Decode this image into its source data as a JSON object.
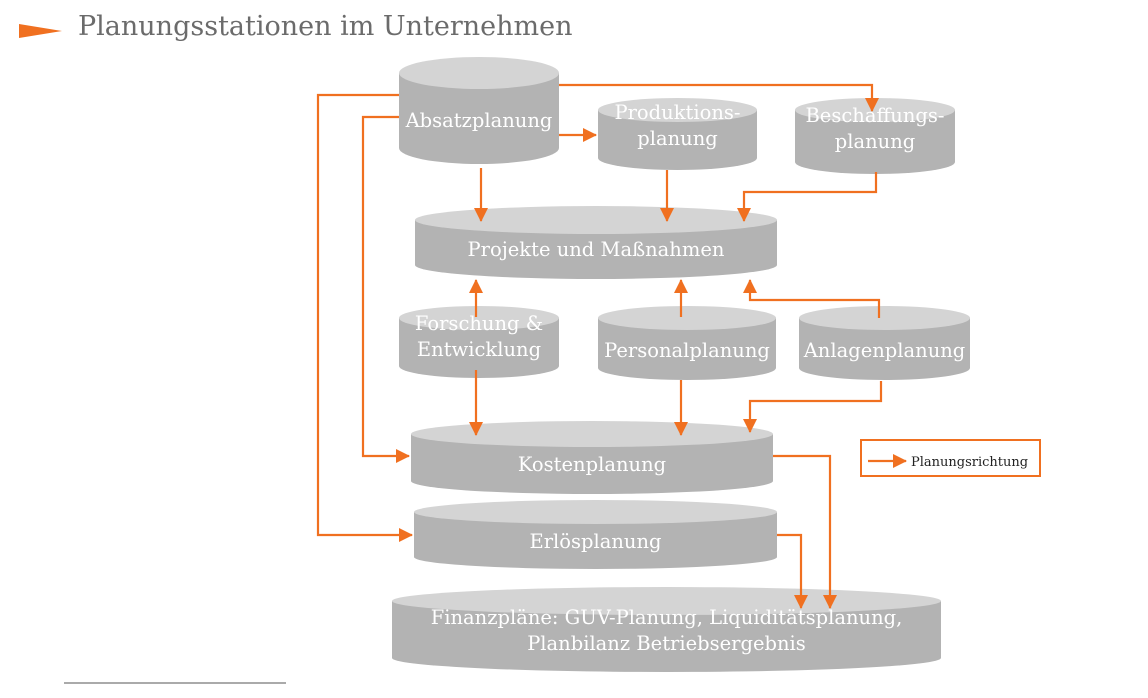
{
  "title": "Planungsstationen im Unternehmen",
  "colors": {
    "accent": "#f07020",
    "cylinder": "#b3b3b3",
    "cylinder_top": "#d4d4d4",
    "title": "#6b6b6b"
  },
  "nodes": {
    "absatz": [
      "Absatzplanung"
    ],
    "produktion": [
      "Produktions-",
      "planung"
    ],
    "beschaffung": [
      "Beschaffungs-",
      "planung"
    ],
    "projekte": [
      "Projekte und Maßnahmen"
    ],
    "forschung": [
      "Forschung &",
      "Entwicklung"
    ],
    "personal": [
      "Personalplanung"
    ],
    "anlagen": [
      "Anlagenplanung"
    ],
    "kosten": [
      "Kostenplanung"
    ],
    "erloes": [
      "Erlösplanung"
    ],
    "finanz": [
      "Finanzpläne: GUV-Planung, Liquiditätsplanung,",
      "Planbilanz Betriebsergebnis"
    ]
  },
  "legend": {
    "label": "Planungsrichtung",
    "icon": "arrow-right-icon"
  }
}
